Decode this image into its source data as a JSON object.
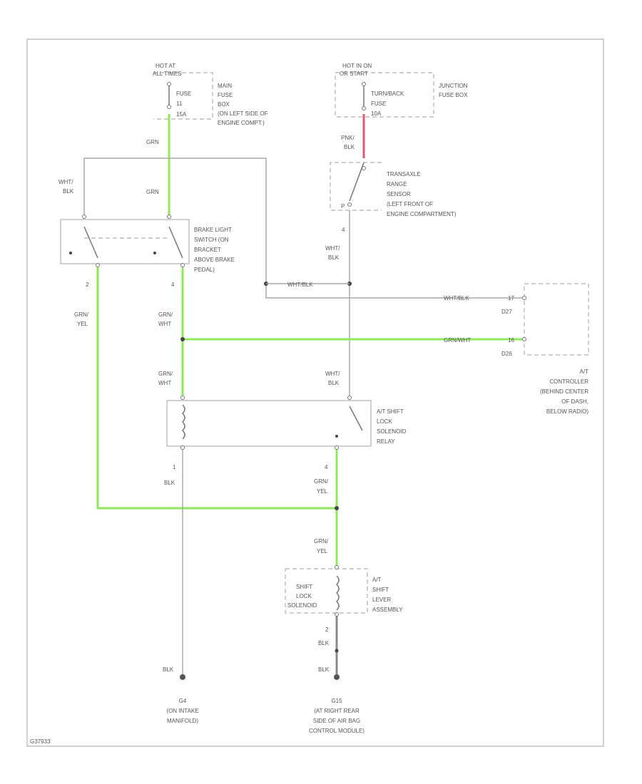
{
  "figure_id": "G37933",
  "labels": {
    "hot_at_all_times": [
      "HOT AT",
      "ALL TIMES"
    ],
    "hot_in_on": [
      "HOT IN ON",
      "OR START"
    ],
    "fuse_main": [
      "FUSE",
      "11",
      "15A"
    ],
    "main_fuse_box": [
      "MAIN",
      "FUSE",
      "BOX",
      "(ON LEFT SIDE OF",
      "ENGINE COMPT.)"
    ],
    "fuse_junction": [
      "TURN/BACK",
      "FUSE",
      "10A"
    ],
    "junction_fuse_box": [
      "JUNCTION",
      "FUSE BOX"
    ],
    "grn_top": "GRN",
    "wht_blk_left": [
      "WHT/",
      "BLK"
    ],
    "grn_mid": "GRN",
    "pnk_blk": [
      "PNK/",
      "BLK"
    ],
    "transaxle_sensor": [
      "TRANSAXLE",
      "RANGE",
      "SENSOR",
      "(LEFT FRONT OF",
      "ENGINE COMPARTMENT)"
    ],
    "brake_switch": [
      "BRAKE LIGHT",
      "SWITCH (ON",
      "BRACKET",
      "ABOVE BRAKE",
      "PEDAL)"
    ],
    "pin_2_left": "2",
    "pin_4_left": "4",
    "pin_4_tr": "4",
    "wht_blk_tr": [
      "WHT/",
      "BLK"
    ],
    "wht_blk_h": "WHT/BLK",
    "wht_blk_h2": "WHT/BLK",
    "grn_wht_h": "GRN/WHT",
    "grn_yel_left": [
      "GRN/",
      "YEL"
    ],
    "grn_wht_mid": [
      "GRN/",
      "WHT"
    ],
    "grn_wht_mid2": [
      "GRN/",
      "WHT"
    ],
    "wht_blk_mid": [
      "WHT/",
      "BLK"
    ],
    "pin_d27": "D27",
    "pin_d26": "D26",
    "pin_17": "17",
    "pin_16": "16",
    "controller": [
      "A/T",
      "CONTROLLER",
      "(BEHIND CENTER",
      "OF DASH,",
      "BELOW RADIO)"
    ],
    "relay": [
      "A/T SHIFT",
      "LOCK",
      "SOLENOID",
      "RELAY"
    ],
    "pin_1": "1",
    "pin_4_relay": "4",
    "blk_relay": "BLK",
    "grn_yel_relay": [
      "GRN/",
      "YEL"
    ],
    "grn_yel_low": [
      "GRN/",
      "YEL"
    ],
    "solenoid": [
      "SHIFT",
      "LOCK",
      "SOLENOID"
    ],
    "shift_lever": [
      "A/T",
      "SHIFT",
      "LEVER",
      "ASSEMBLY"
    ],
    "pin_2_sol": "2",
    "blk_sol": "BLK",
    "blk_sol2": "BLK",
    "blk_gnd_left": "BLK",
    "ground_left": [
      "G4",
      "(ON INTAKE",
      "MANIFOLD)"
    ],
    "ground_right": [
      "G15",
      "(AT RIGHT REAR",
      "SIDE OF AIR BAG",
      "CONTROL MODULE)"
    ]
  },
  "colors": {
    "green_wire": "#8fe85a",
    "pink_wire": "#e8557a",
    "gray_wire": "#a8a8a8",
    "black_wire": "#8a8a8a"
  }
}
